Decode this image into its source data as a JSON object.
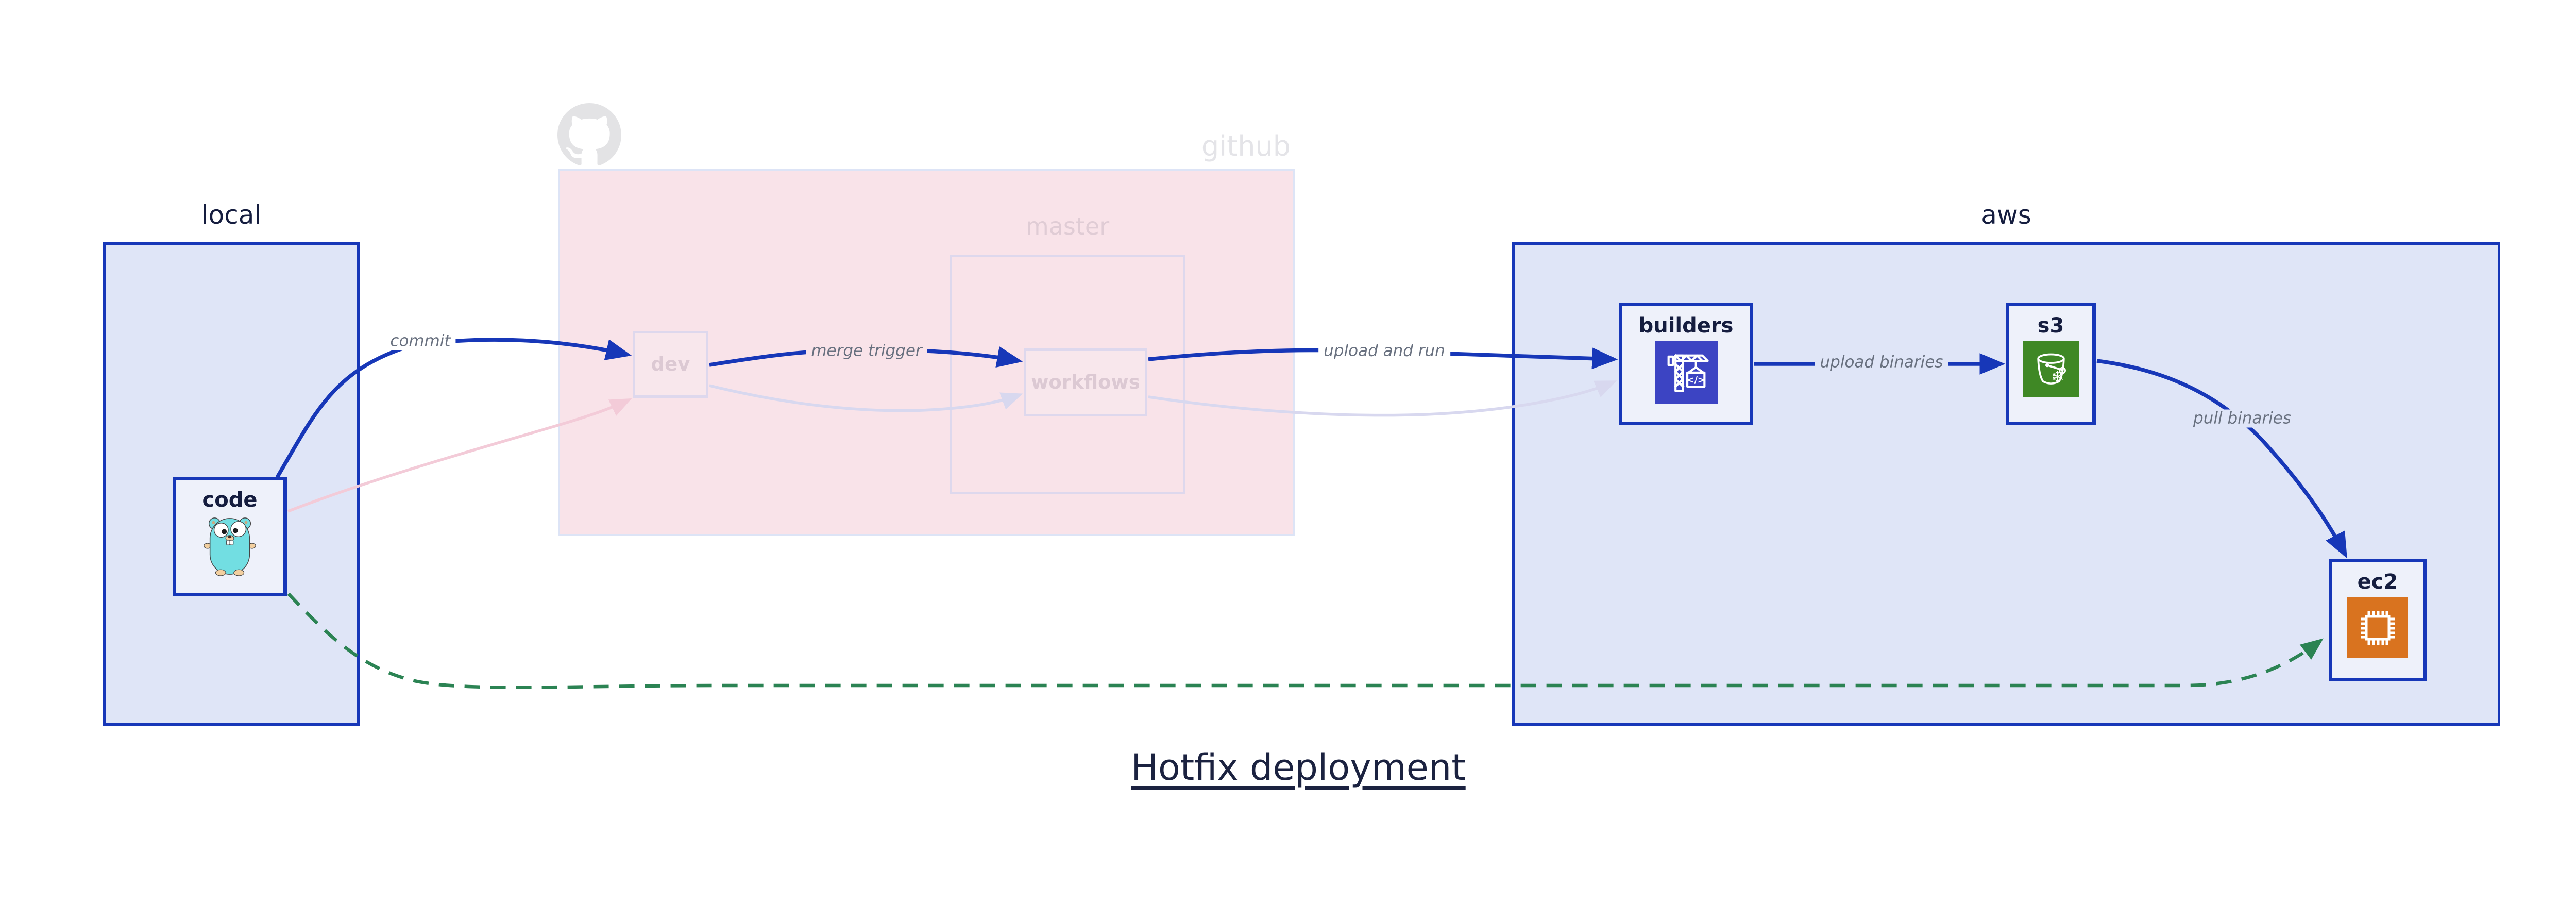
{
  "title": "Hotfix deployment",
  "groups": {
    "local": {
      "label": "local"
    },
    "github": {
      "label": "github",
      "master_label": "master"
    },
    "aws": {
      "label": "aws"
    }
  },
  "nodes": {
    "code": {
      "label": "code",
      "icon": "go-gopher-icon"
    },
    "dev": {
      "label": "dev"
    },
    "workflows": {
      "label": "workflows"
    },
    "builders": {
      "label": "builders",
      "icon": "codebuild-crane-icon"
    },
    "s3": {
      "label": "s3",
      "icon": "s3-glacier-bucket-icon"
    },
    "ec2": {
      "label": "ec2",
      "icon": "ec2-chip-icon"
    }
  },
  "edges": {
    "commit": {
      "label": "commit",
      "from": "code",
      "to": "dev",
      "style": "solid-blue"
    },
    "merge_trigger": {
      "label": "merge trigger",
      "from": "dev",
      "to": "workflows",
      "style": "solid-blue"
    },
    "upload_and_run": {
      "label": "upload and run",
      "from": "workflows",
      "to": "builders",
      "style": "solid-blue"
    },
    "upload_binaries": {
      "label": "upload binaries",
      "from": "builders",
      "to": "s3",
      "style": "solid-blue"
    },
    "pull_binaries": {
      "label": "pull binaries",
      "from": "s3",
      "to": "ec2",
      "style": "solid-blue"
    },
    "code_to_dev_faded": {
      "label": "",
      "from": "code",
      "to": "dev",
      "style": "faded-pink"
    },
    "dev_to_workflows_faded": {
      "label": "",
      "from": "dev",
      "to": "workflows",
      "style": "faded-lavender"
    },
    "workflows_to_builders_faded": {
      "label": "",
      "from": "workflows",
      "to": "builders",
      "style": "faded-lavender"
    },
    "code_to_ec2": {
      "label": "",
      "from": "code",
      "to": "ec2",
      "style": "dashed-green"
    }
  },
  "colors": {
    "accent_blue": "#1737b8",
    "navy_text": "#151d3f",
    "group_fill_lavender": "#dfe5f7",
    "node_fill": "#eef1fa",
    "github_box_fill": "#f9e3e9",
    "github_box_border": "#dde4f6",
    "faded_border": "#ded8ed",
    "faded_text": "#dcc9d3",
    "edge_label_gray": "#68707f",
    "faded_pink_edge": "#f3cbd8",
    "faded_lavender_edge": "#d8d8ef",
    "green_dashed_edge": "#2b8353",
    "codebuild_tile": "#3c44c3",
    "s3_tile": "#3f8825",
    "ec2_tile": "#d9731f",
    "octocat_gray": "#e3e3e5"
  }
}
